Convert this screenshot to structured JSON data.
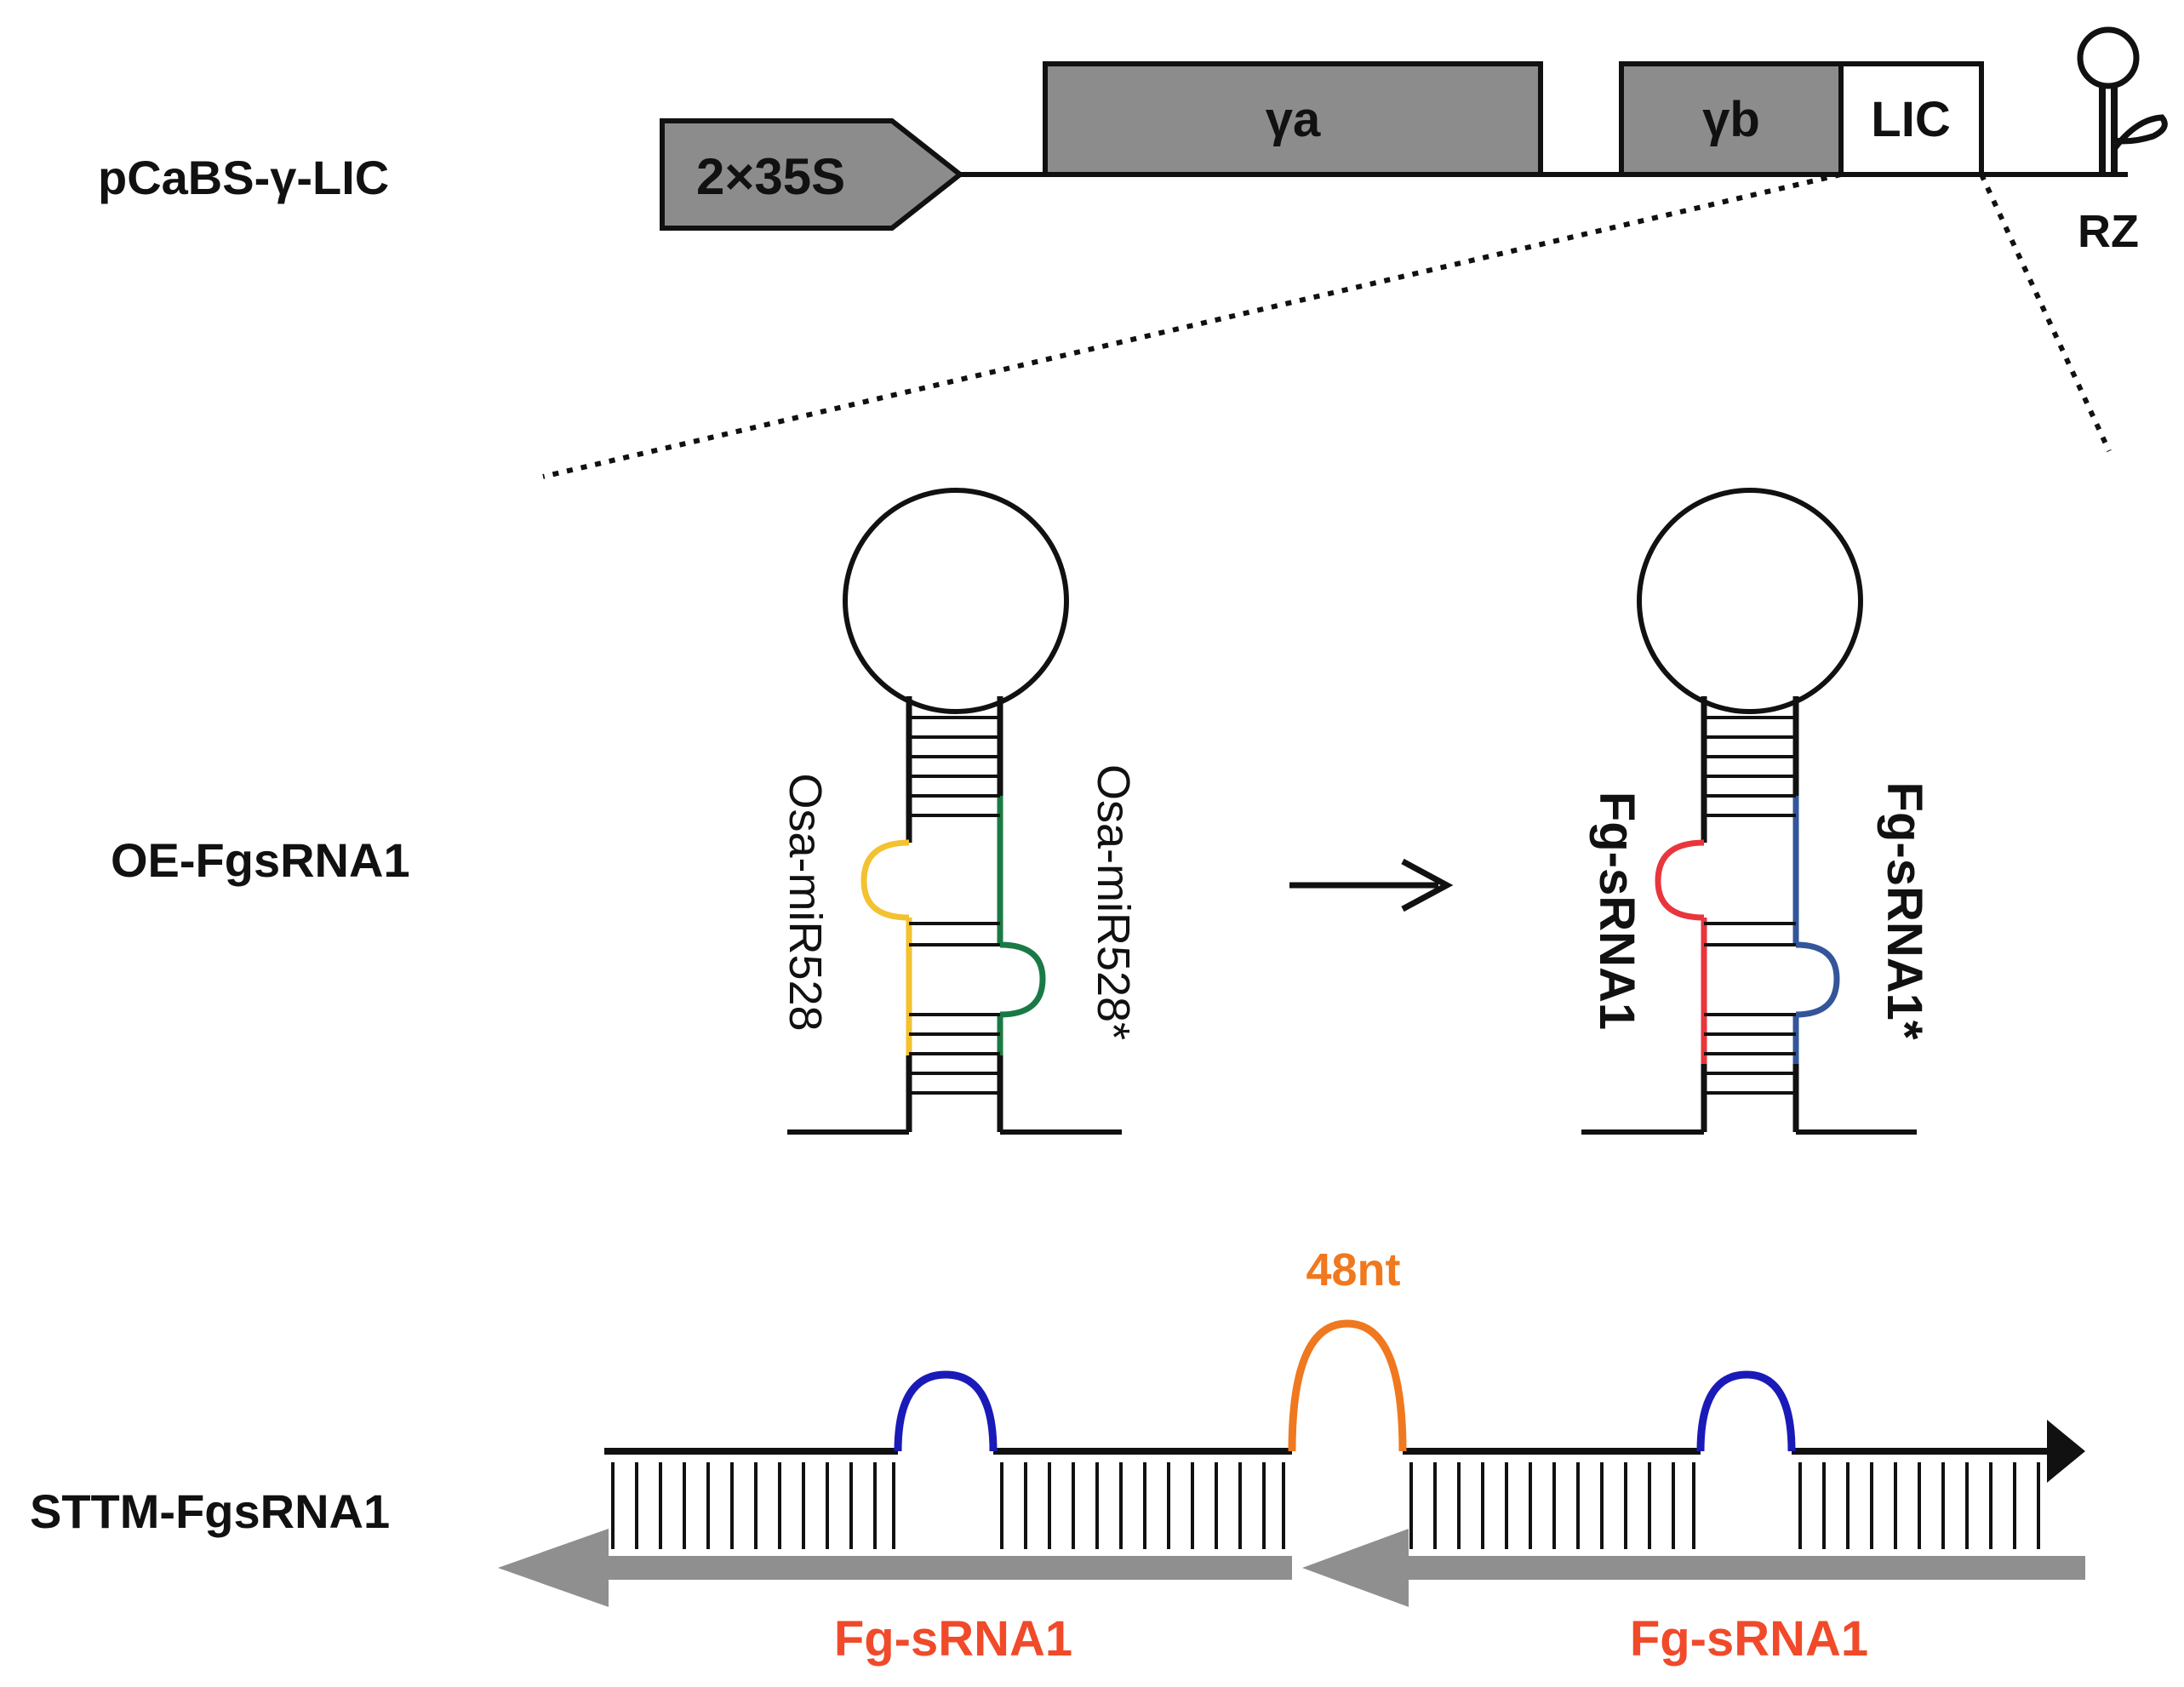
{
  "rows": {
    "vector_label": "pCaBS-γ-LIC",
    "oe_label": "OE-FgsRNA1",
    "sttm_label": "STTM-FgsRNA1"
  },
  "vector": {
    "promoter": "2×35S",
    "gamma_a": "γa",
    "gamma_b": "γb",
    "lic": "LIC",
    "rz": "RZ"
  },
  "hairpins": {
    "left_strand_a": "Osa-miR528",
    "left_strand_b": "Osa-miR528*",
    "right_strand_a": "Fg-sRNA1",
    "right_strand_b": "Fg-sRNA1*"
  },
  "sttm": {
    "spacer": "48nt",
    "target_left": "Fg-sRNA1",
    "target_right": "Fg-sRNA1"
  },
  "colors": {
    "box_fill": "#8c8c8c",
    "yellow": "#f2c230",
    "green": "#1a7a45",
    "red": "#e8363c",
    "blue_hairpin": "#33559a",
    "blue_bulge": "#1a1ab8",
    "orange": "#f0781e",
    "grey_arrow": "#8f8f8f"
  }
}
